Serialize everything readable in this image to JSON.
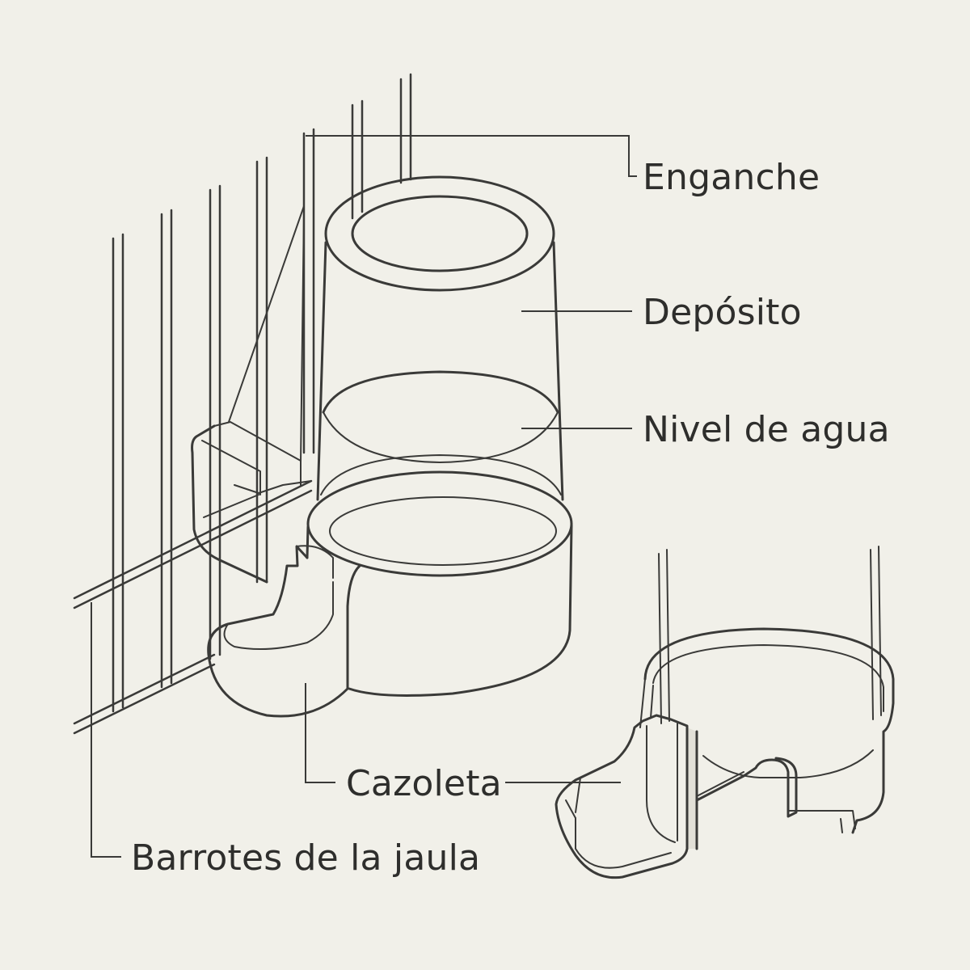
{
  "labels": {
    "hook": "Enganche",
    "reservoir": "Depósito",
    "water_level": "Nivel de agua",
    "cup": "Cazoleta",
    "cage_bars": "Barrotes de la jaula"
  },
  "colors": {
    "background": "#f1f0e9",
    "line": "#3a3a38",
    "text": "#2e2e2c"
  }
}
